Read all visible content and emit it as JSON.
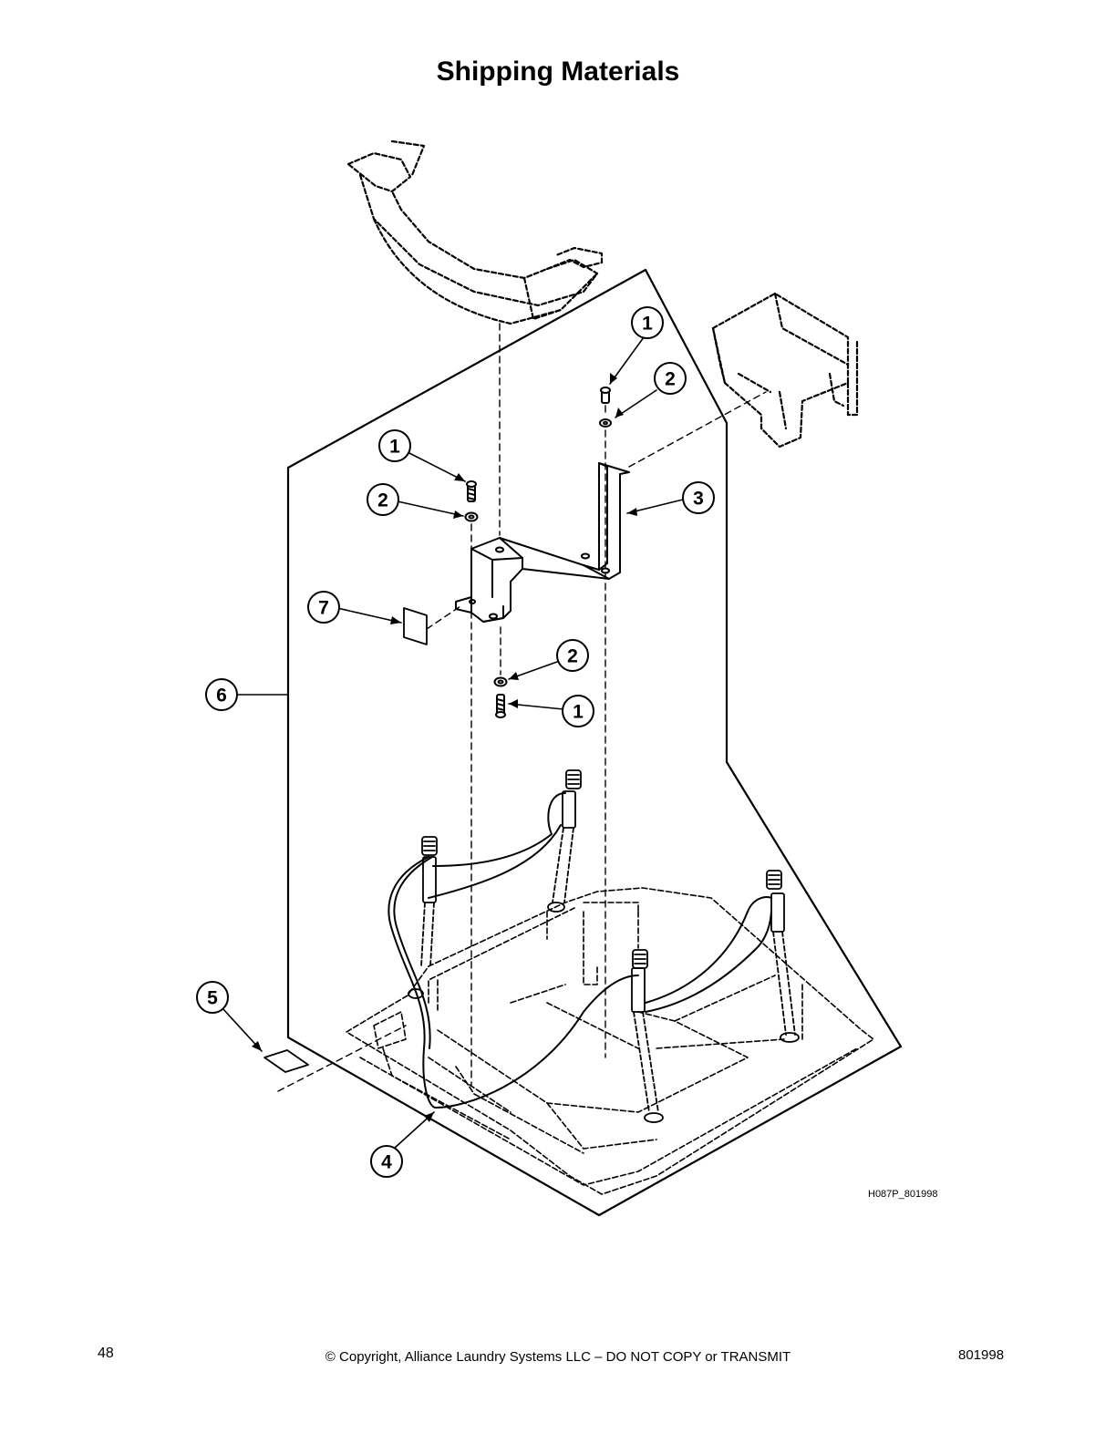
{
  "page": {
    "title": "Shipping Materials",
    "page_number": "48",
    "copyright": "© Copyright, Alliance Laundry Systems LLC – DO NOT COPY or TRANSMIT",
    "doc_number": "801998"
  },
  "diagram": {
    "figure_id": "H087P_801998",
    "callouts": [
      "1",
      "2",
      "3",
      "1",
      "2",
      "7",
      "6",
      "2",
      "1",
      "5",
      "4"
    ]
  }
}
